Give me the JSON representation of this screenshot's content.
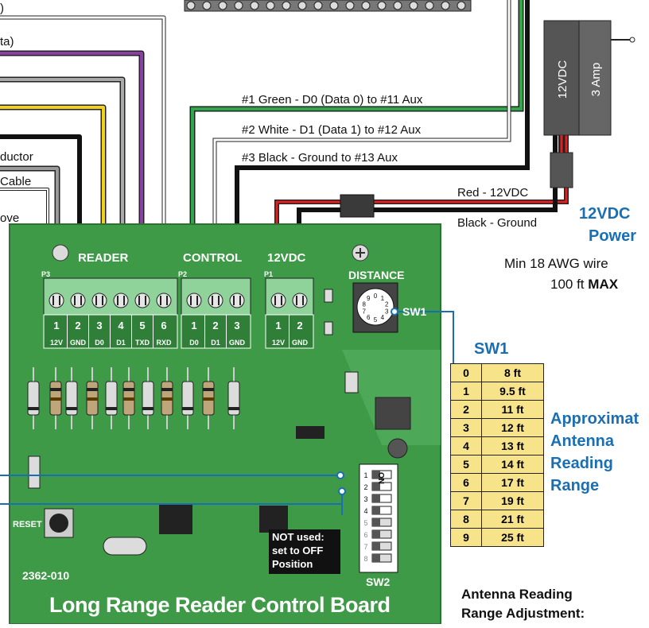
{
  "wire_labels": {
    "green": "#1 Green - D0 (Data 0) to #11 Aux",
    "white": "#2 White - D1 (Data 1) to #12 Aux",
    "black": "#3 Black - Ground to #13 Aux",
    "red_12v": "Red - 12VDC",
    "black_gnd": "Black - Ground"
  },
  "left_fragments": [
    ")",
    "ta)",
    "ductor",
    "Cable",
    "ove"
  ],
  "power": {
    "adapter_volts": "12VDC",
    "adapter_amps": "3 Amp",
    "title_line1": "12VDC",
    "title_line2": "Power",
    "wire_note": "Min 18 AWG wire",
    "max_prefix": "100 ft",
    "max_bold": "MAX"
  },
  "board": {
    "title": "Long Range Reader Control Board",
    "part_number": "2362-010",
    "reset_label": "RESET",
    "sw1_label": "SW1",
    "sw2_label": "SW2",
    "distance_label": "DISTANCE",
    "not_used_note": [
      "NOT used:",
      "set to OFF",
      "Position"
    ],
    "on_label": "ON",
    "connectors": {
      "reader": {
        "header": "READER",
        "plug": "P3",
        "numbers": [
          "1",
          "2",
          "3",
          "4",
          "5",
          "6"
        ],
        "pins": [
          "12V",
          "GND",
          "D0",
          "D1",
          "TXD",
          "RXD"
        ]
      },
      "control": {
        "header": "CONTROL",
        "plug": "P2",
        "numbers": [
          "1",
          "2",
          "3"
        ],
        "pins": [
          "D0",
          "D1",
          "GND"
        ]
      },
      "power": {
        "header": "12VDC",
        "plug": "P1",
        "numbers": [
          "1",
          "2"
        ],
        "pins": [
          "12V",
          "GND"
        ]
      }
    },
    "dip_numbers": [
      "1",
      "2",
      "3",
      "4",
      "5",
      "6",
      "7",
      "8"
    ],
    "rotary_digits": [
      "0",
      "1",
      "2",
      "3",
      "4",
      "5",
      "6",
      "7",
      "8",
      "9"
    ]
  },
  "sw1_table": {
    "title": "SW1",
    "rows": [
      [
        "0",
        "8 ft"
      ],
      [
        "1",
        "9.5 ft"
      ],
      [
        "2",
        "11 ft"
      ],
      [
        "3",
        "12 ft"
      ],
      [
        "4",
        "13 ft"
      ],
      [
        "5",
        "14 ft"
      ],
      [
        "6",
        "17 ft"
      ],
      [
        "7",
        "19 ft"
      ],
      [
        "8",
        "21 ft"
      ],
      [
        "9",
        "25 ft"
      ]
    ],
    "range_caption": [
      "Approximat",
      "Antenna",
      "Reading",
      "Range"
    ]
  },
  "bottom_caption": [
    "Antenna Reading",
    "Range Adjustment:"
  ],
  "colors": {
    "board": "#3f9a47",
    "board_dark": "#2f7f38",
    "terminal": "#8fd29a",
    "wire_green": "#2da84a",
    "wire_yellow": "#f1d21b",
    "wire_purple": "#8a3fa3",
    "wire_red": "#e02020",
    "accent_blue": "#1a6fb3",
    "table_fill": "#f7e48a"
  }
}
